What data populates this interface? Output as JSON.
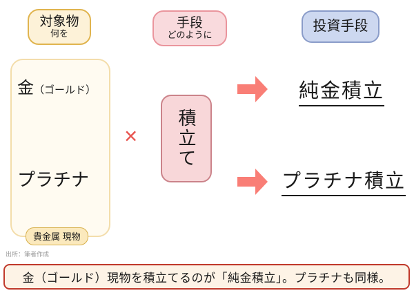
{
  "headers": {
    "target": {
      "title": "対象物",
      "subtitle": "何を"
    },
    "method": {
      "title": "手段",
      "subtitle": "どのように"
    },
    "investment": {
      "title": "投資手段"
    }
  },
  "assets_box": {
    "item_gold_main": "金",
    "item_gold_sub": "（ゴールド）",
    "item_platinum": "プラチナ",
    "badge": "貴金属 現物"
  },
  "operator": "×",
  "method_box": {
    "label": "積立て"
  },
  "results": {
    "gold": "純金積立",
    "platinum": "プラチナ積立"
  },
  "source_note": "出所：筆者作成",
  "footer_note": "金（ゴールド）現物を積立てるのが「純金積立」。プラチナも同様。",
  "colors": {
    "label_target_bg": "#fdf2d8",
    "label_target_border": "#e0b44e",
    "label_method_bg": "#f9dadd",
    "label_method_border": "#ea959d",
    "label_investment_bg": "#cdd8f0",
    "label_investment_border": "#8a9cc9",
    "assets_box_bg": "#fffbf1",
    "assets_box_border": "#f3ddab",
    "badge_bg": "#fbe9bd",
    "badge_border": "#d7b04b",
    "method_box_bg": "#f8d7d9",
    "method_box_border": "#cb838a",
    "arrow": "#f97e76",
    "multiply_sign": "#e8534e",
    "banner_bg": "#fdf3e6",
    "banner_border": "#c0392b",
    "text": "#1a1a1a",
    "source_text": "#999999"
  }
}
